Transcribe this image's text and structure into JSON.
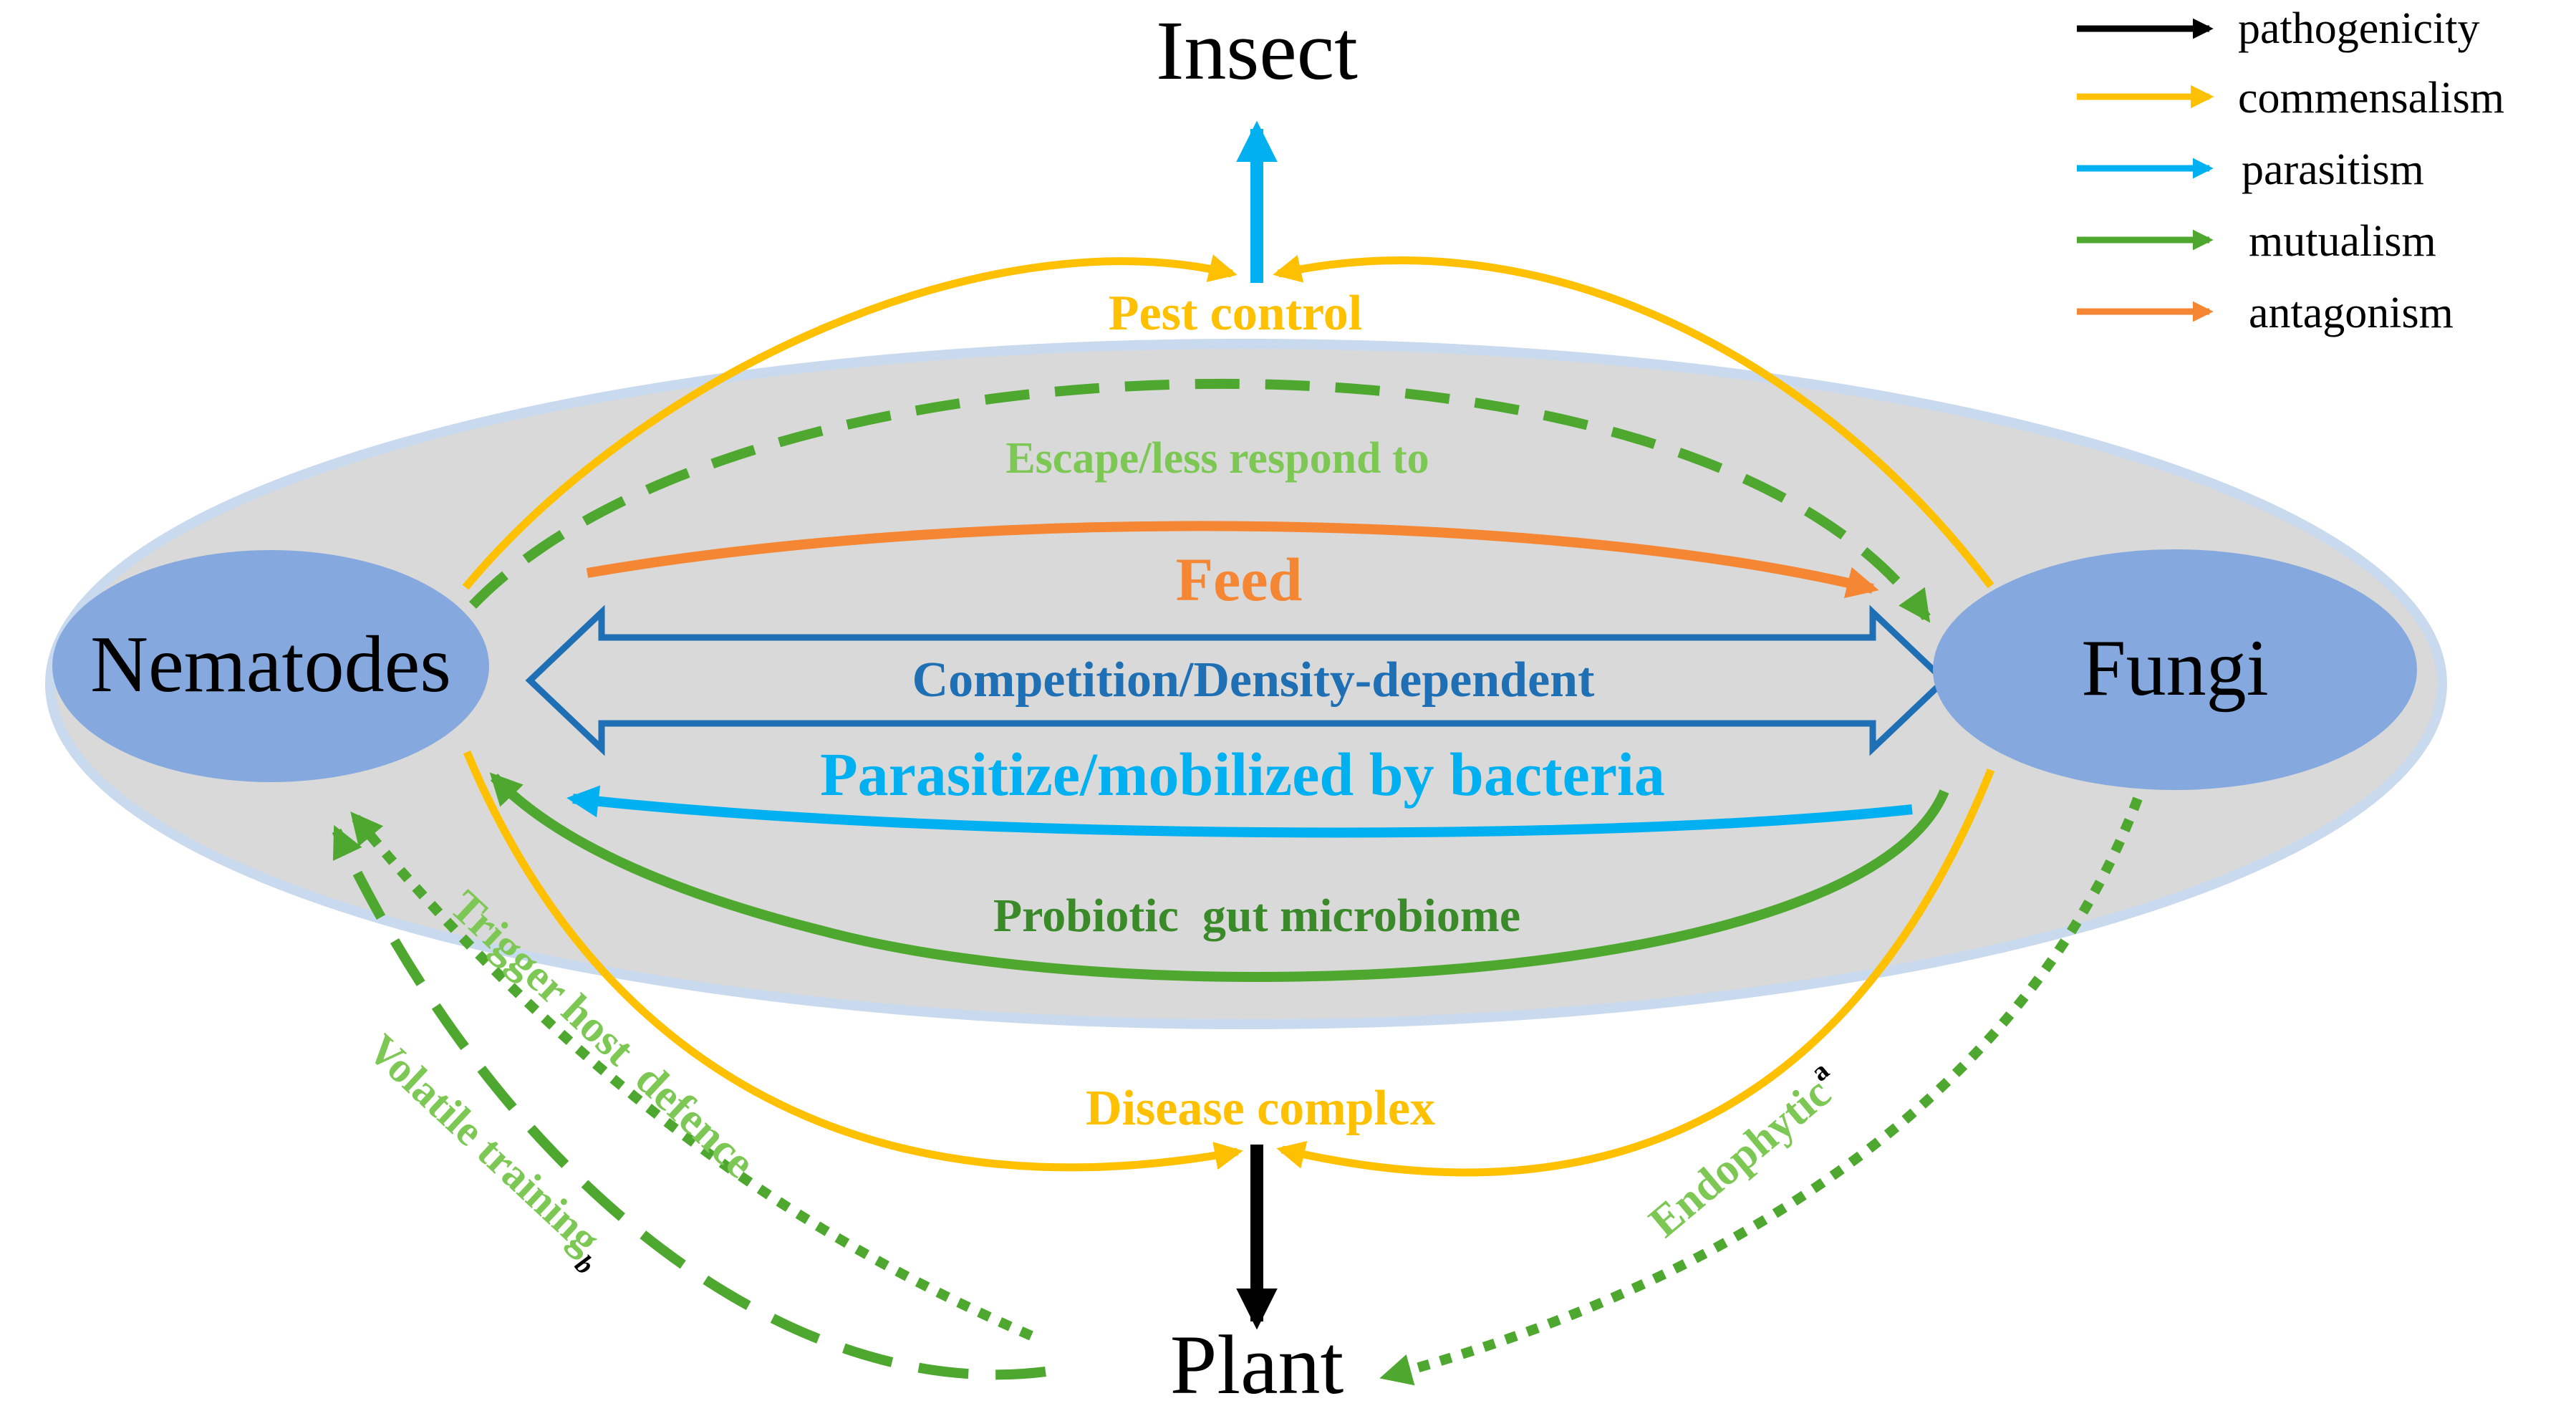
{
  "colors": {
    "pathogenicity": "#000000",
    "commensalism": "#FFC000",
    "parasitism": "#00B0F0",
    "mutualism": "#4EA72E",
    "mutualism_dark": "#3A8A2A",
    "mutualism_light": "#7DC855",
    "antagonism": "#F58634",
    "competition": "#1F6FB5",
    "node_fill": "#85A9DE",
    "arena_fill": "#D9D9D9",
    "arena_stroke": "#C9D9EE"
  },
  "nodes": {
    "insect": "Insect",
    "plant": "Plant",
    "nematodes": "Nematodes",
    "fungi": "Fungi"
  },
  "legend": [
    {
      "label": "pathogenicity",
      "color": "#000000",
      "icon": "arrow-icon"
    },
    {
      "label": "commensalism",
      "color": "#FFC000",
      "icon": "arrow-icon"
    },
    {
      "label": "parasitism",
      "color": "#00B0F0",
      "icon": "arrow-icon"
    },
    {
      "label": "mutualism",
      "color": "#4EA72E",
      "icon": "arrow-icon"
    },
    {
      "label": "antagonism",
      "color": "#F58634",
      "icon": "arrow-icon"
    }
  ],
  "interactions": {
    "pest_control": "Pest control",
    "escape": "Escape/less respond to",
    "feed": "Feed",
    "competition": "Competition/Density-dependent",
    "parasitize": "Parasitize/mobilized by bacteria",
    "probiotic": "Probiotic  gut microbiome",
    "disease_complex": "Disease complex",
    "trigger_defence": "Trigger host  defence",
    "volatile_training": "Volatile training",
    "volatile_superscript": "b",
    "endophytic": "Endophytic",
    "endophytic_superscript": "a"
  }
}
